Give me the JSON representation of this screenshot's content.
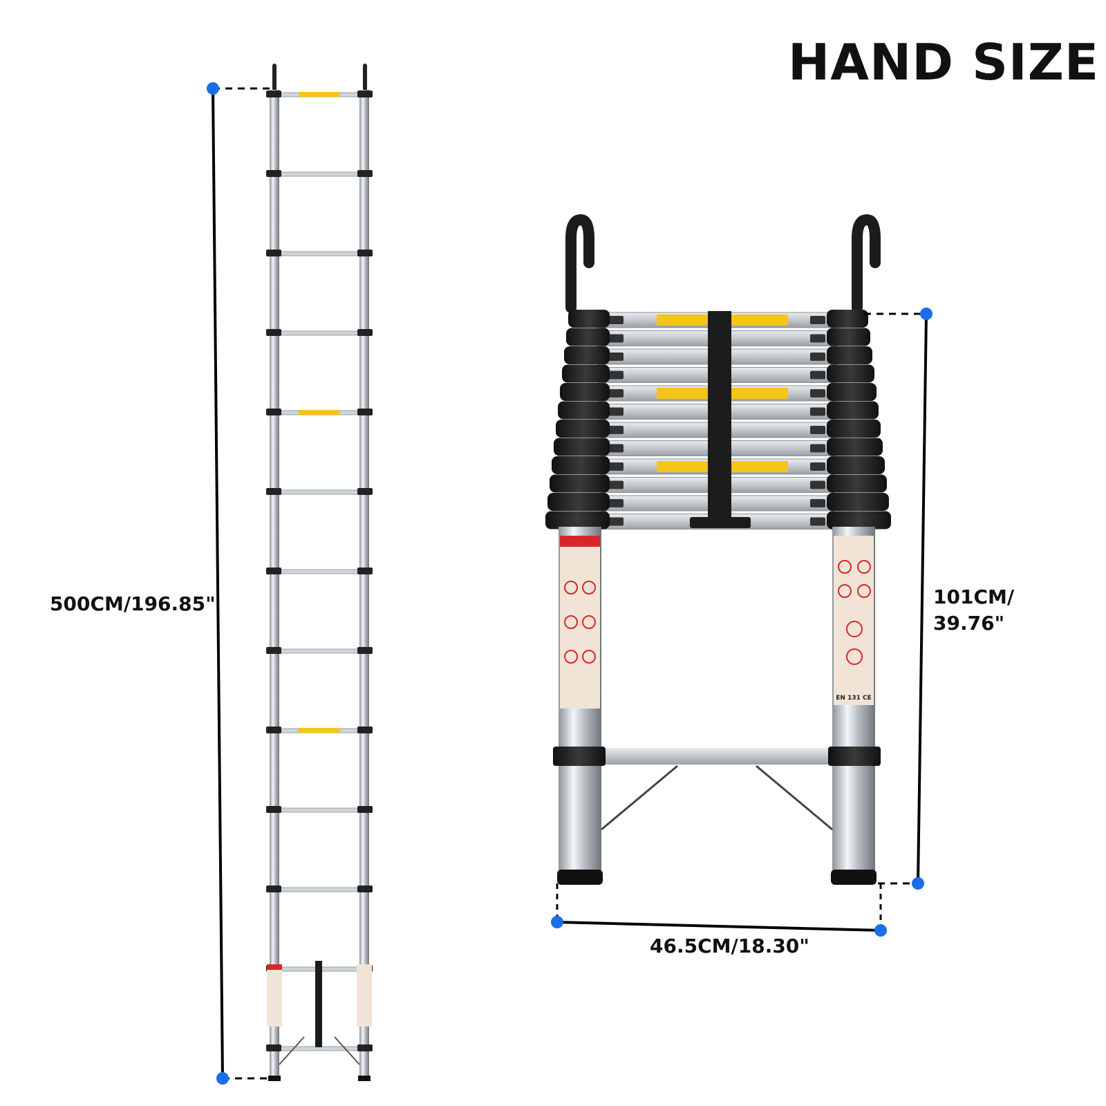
{
  "title": "HAND SIZE",
  "dimensions": {
    "extended_height": "500CM/196.85\"",
    "folded_height_line1": "101CM/",
    "folded_height_line2": "39.76\"",
    "width": "46.5CM/18.30\""
  },
  "labels": {
    "certification": "EN 131 CE"
  },
  "colors": {
    "marker": "#1a6ee8",
    "warning_sticker": "#f5c518",
    "rubber": "#1c1c1c",
    "aluminum": "#c9ced3",
    "label_red": "#d9262b"
  }
}
